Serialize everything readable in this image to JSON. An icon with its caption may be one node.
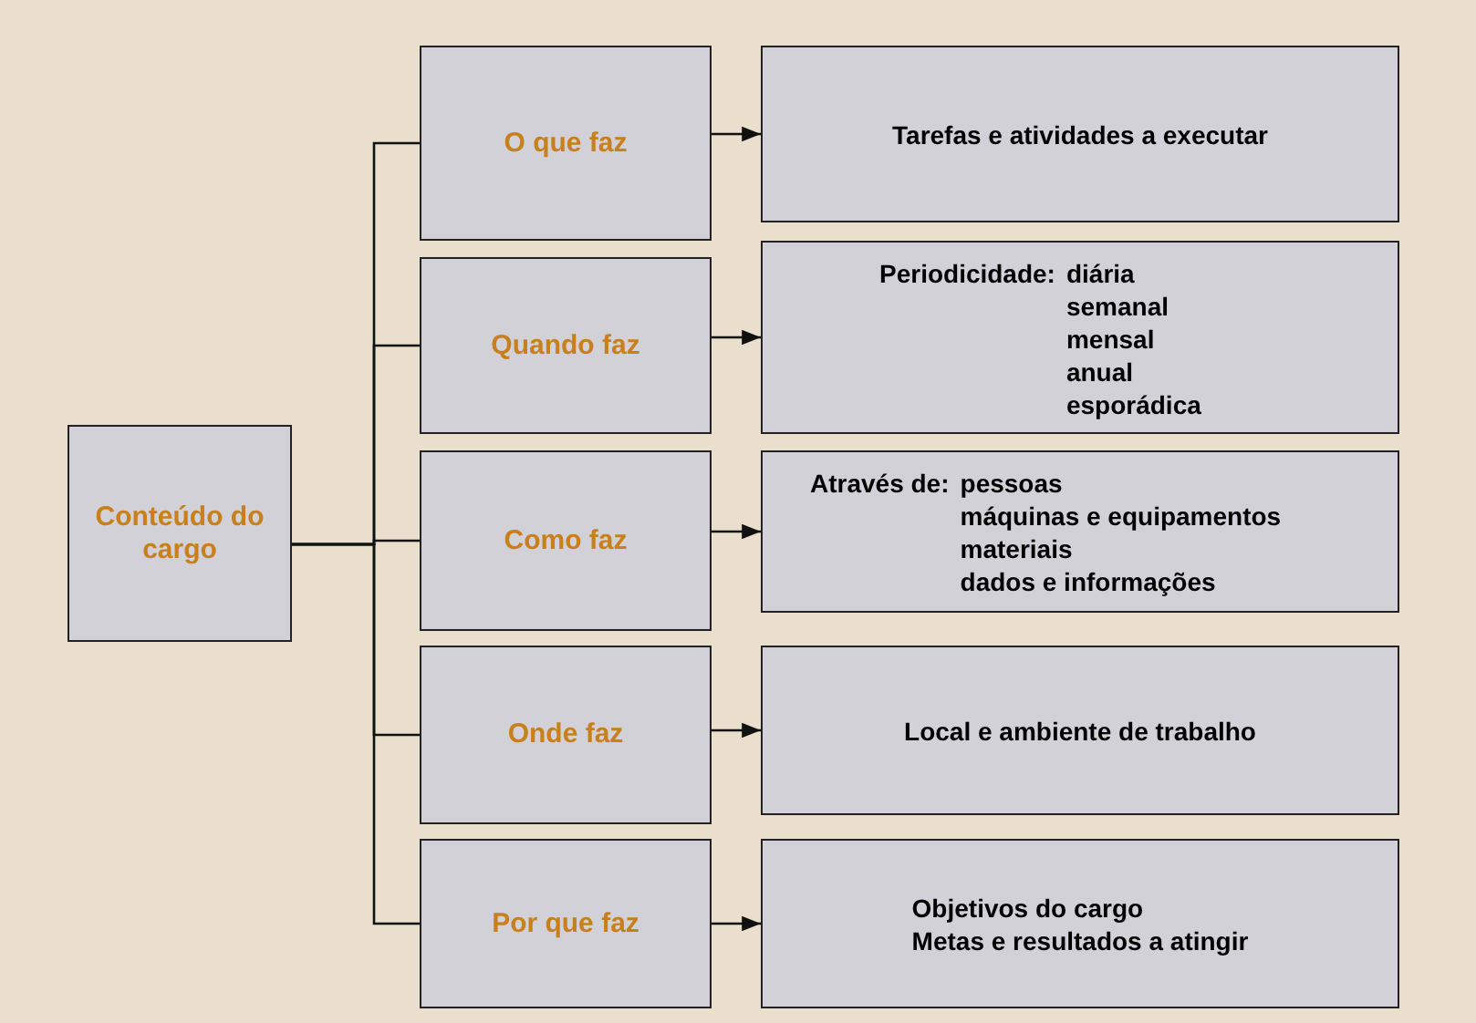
{
  "diagram": {
    "nodes": [
      {
        "text": [
          "Conteúdo do cargo"
        ]
      },
      {
        "text": [
          "O que faz"
        ]
      },
      {
        "text": [
          "Quando faz"
        ]
      },
      {
        "text": [
          "Como faz"
        ]
      },
      {
        "text": [
          "Onde faz"
        ]
      },
      {
        "text": [
          "Por que faz"
        ]
      },
      {
        "text": [
          "Tarefas e atividades a executar"
        ]
      },
      {
        "text": [
          "Periodicidade:",
          "diária",
          "semanal",
          "mensal",
          "anual",
          "esporádica"
        ]
      },
      {
        "text": [
          "Através de:",
          "pessoas",
          "máquinas e equipamentos",
          "materiais",
          "dados e informações"
        ]
      },
      {
        "text": [
          "Local e ambiente de trabalho"
        ]
      },
      {
        "text": [
          "Objetivos do cargo",
          "Metas e resultados a atingir"
        ]
      }
    ],
    "edges": [
      {
        "from": 0,
        "to": 1,
        "arrow": "none"
      },
      {
        "from": 0,
        "to": 2,
        "arrow": "none"
      },
      {
        "from": 0,
        "to": 3,
        "arrow": "none"
      },
      {
        "from": 0,
        "to": 4,
        "arrow": "none"
      },
      {
        "from": 0,
        "to": 5,
        "arrow": "none"
      },
      {
        "from": 1,
        "to": 6,
        "arrow": "to"
      },
      {
        "from": 2,
        "to": 7,
        "arrow": "to"
      },
      {
        "from": 3,
        "to": 8,
        "arrow": "to"
      },
      {
        "from": 4,
        "to": 9,
        "arrow": "to"
      },
      {
        "from": 5,
        "to": 10,
        "arrow": "to"
      }
    ]
  }
}
